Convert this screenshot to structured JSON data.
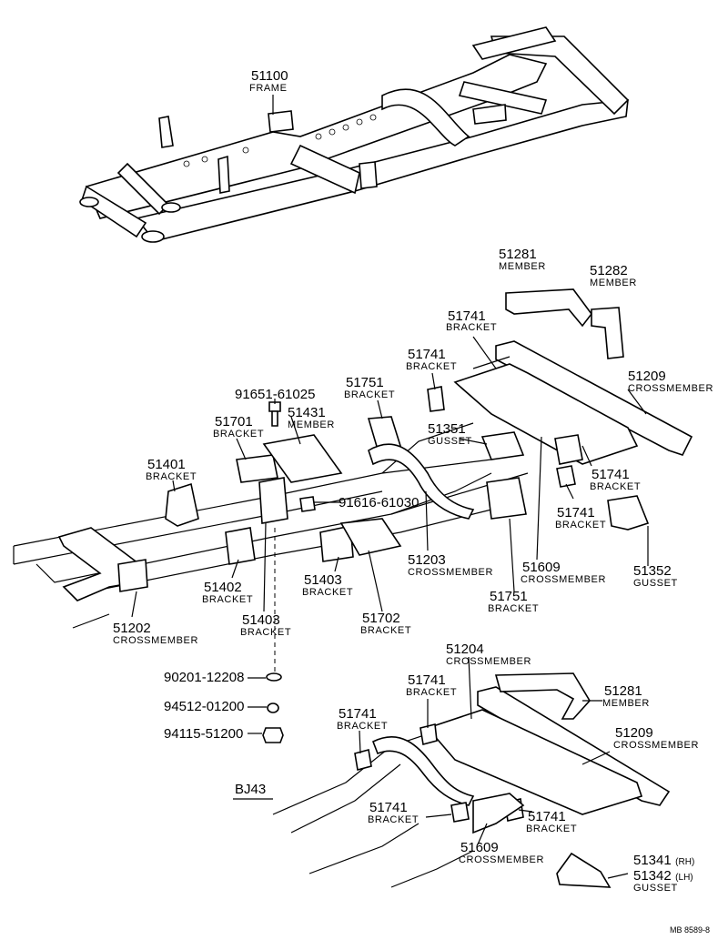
{
  "labels": {
    "frame_num": "51100",
    "frame_name": "FRAME",
    "m51281a_num": "51281",
    "m51281a_name": "MEMBER",
    "m51282_num": "51282",
    "m51282_name": "MEMBER",
    "b51741a_num": "51741",
    "b51741a_name": "BRACKET",
    "b51741b_num": "51741",
    "b51741b_name": "BRACKET",
    "c51209a_num": "51209",
    "c51209a_name": "CROSSMEMBER",
    "bolt91651": "91651-61025",
    "b51751a_num": "51751",
    "b51751a_name": "BRACKET",
    "m51431_num": "51431",
    "m51431_name": "MEMBER",
    "b51701_num": "51701",
    "b51701_name": "BRACKET",
    "g51351_num": "51351",
    "g51351_name": "GUSSET",
    "b51401_num": "51401",
    "b51401_name": "BRACKET",
    "b51741c_num": "51741",
    "b51741c_name": "BRACKET",
    "bolt91616": "91616-61030",
    "b51741d_num": "51741",
    "b51741d_name": "BRACKET",
    "c51203_num": "51203",
    "c51203_name": "CROSSMEMBER",
    "c51609a_num": "51609",
    "c51609a_name": "CROSSMEMBER",
    "g51352_num": "51352",
    "g51352_name": "GUSSET",
    "b51402_num": "51402",
    "b51402_name": "BRACKET",
    "b51403a_num": "51403",
    "b51403a_name": "BRACKET",
    "b51751b_num": "51751",
    "b51751b_name": "BRACKET",
    "c51202_num": "51202",
    "c51202_name": "CROSSMEMBER",
    "b51403b_num": "51403",
    "b51403b_name": "BRACKET",
    "b51702_num": "51702",
    "b51702_name": "BRACKET",
    "c51204_num": "51204",
    "c51204_name": "CROSSMEMBER",
    "washer90201": "90201-12208",
    "b51741e_num": "51741",
    "b51741e_name": "BRACKET",
    "m51281b_num": "51281",
    "m51281b_name": "MEMBER",
    "washer94512": "94512-01200",
    "b51741f_num": "51741",
    "b51741f_name": "BRACKET",
    "nut94115": "94115-51200",
    "c51209b_num": "51209",
    "c51209b_name": "CROSSMEMBER",
    "model": "BJ43",
    "b51741g_num": "51741",
    "b51741g_name": "BRACKET",
    "b51741h_num": "51741",
    "b51741h_name": "BRACKET",
    "c51609b_num": "51609",
    "c51609b_name": "CROSSMEMBER",
    "g51341_num": "51341",
    "g51341_side": "(RH)",
    "g51342_num": "51342",
    "g51342_side": "(LH)",
    "g5134x_name": "GUSSET",
    "ref": "MB  8589-8"
  }
}
